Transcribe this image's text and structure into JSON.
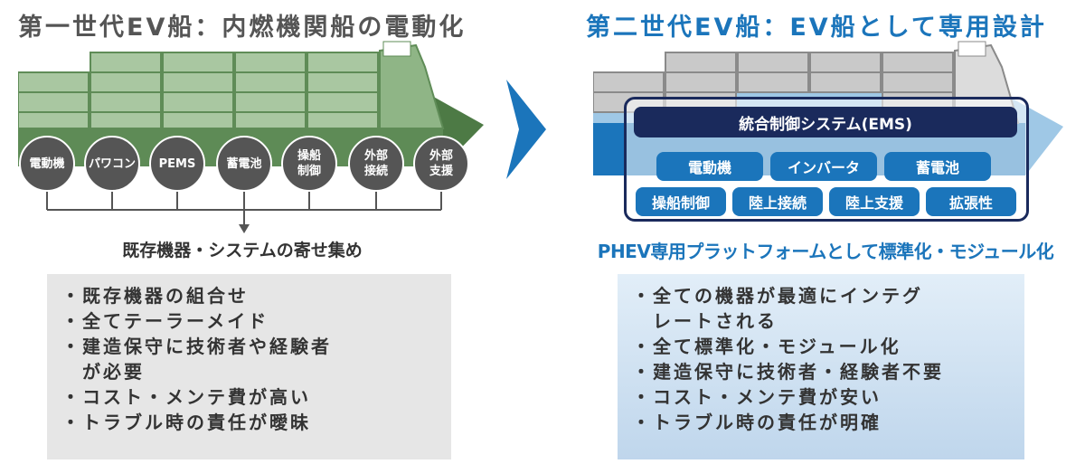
{
  "left": {
    "title": "第一世代EV船：内燃機関船の電動化",
    "components": [
      "電動機",
      "パワコン",
      "PEMS",
      "蓄電池",
      "操船\n制御",
      "外部\n接続",
      "外部\n支援"
    ],
    "caption": "既存機器・システムの寄せ集め",
    "bullets": [
      "・既存機器の組合せ",
      "・全てテーラーメイド",
      "・建造保守に技術者や経験者\n　が必要",
      "・コスト・メンテ費が高い",
      "・トラブル時の責任が曖昧"
    ]
  },
  "right": {
    "title": "第二世代EV船：EV船として専用設計",
    "ems_title": "統合制御システム(EMS)",
    "modules_row1": [
      "電動機",
      "インバータ",
      "蓄電池"
    ],
    "modules_row2": [
      "操船制御",
      "陸上接続",
      "陸上支援",
      "拡張性"
    ],
    "caption": "PHEV専用プラットフォームとして標準化・モジュール化",
    "bullets": [
      "・全ての機器が最適にインテグ\n　レートされる",
      "・全て標準化・モジュール化",
      "・建造保守に技術者・経験者不要",
      "・コスト・メンテ費が安い",
      "・トラブル時の責任が明確"
    ]
  },
  "colors": {
    "left_title": "#555555",
    "right_title": "#1b75bb",
    "arrow": "#1b75bb",
    "ems_frame": "#1a2a5c",
    "module": "#1b75bb",
    "component_circle": "#555555",
    "ship_left_hull": "#4d7a45",
    "ship_right_hull": "#1b75bb"
  }
}
